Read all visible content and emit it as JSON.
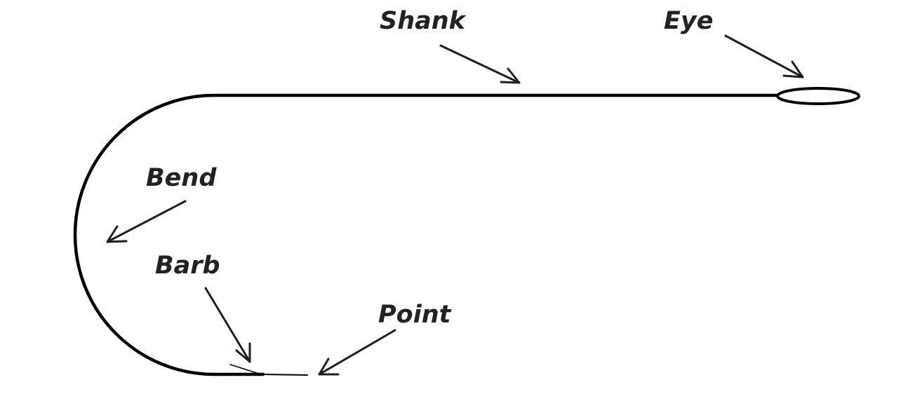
{
  "labels": {
    "shank": "Shank",
    "eye": "Eye",
    "bend": "Bend",
    "barb": "Barb",
    "point": "Point"
  },
  "colors": {
    "stroke": "#000000",
    "label": "#222222",
    "background": "#ffffff"
  }
}
